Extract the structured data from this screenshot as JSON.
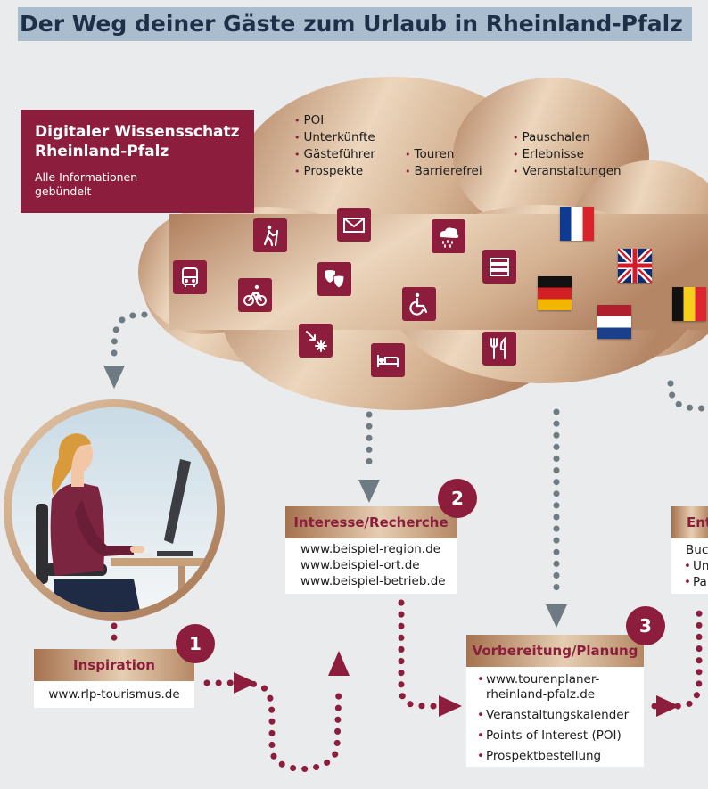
{
  "title": "Der Weg deiner Gäste zum Urlaub in Rheinland-Pfalz",
  "banner": {
    "heading_line1": "Digitaler Wissensschatz",
    "heading_line2": "Rheinland-Pfalz",
    "sub_line1": "Alle Informationen",
    "sub_line2": "gebündelt"
  },
  "cloud": {
    "col1": [
      "POI",
      "Unterkünfte",
      "Gästeführer",
      "Prospekte"
    ],
    "col2": [
      "Touren",
      "Barrierefrei"
    ],
    "col3": [
      "Pauschalen",
      "Erlebnisse",
      "Veranstaltungen"
    ],
    "icons": [
      "bus-icon",
      "hiker-icon",
      "cyclist-icon",
      "mail-icon",
      "theater-masks-icon",
      "fireworks-icon",
      "bed-icon",
      "weather-icon",
      "wheelchair-icon",
      "brochures-icon",
      "restaurant-icon"
    ],
    "flags": [
      "france-flag",
      "uk-flag",
      "germany-flag",
      "netherlands-flag",
      "belgium-flag"
    ]
  },
  "colors": {
    "accent": "#8d1d3c",
    "title_bg": "#a9bdcf",
    "title_text": "#1d3047",
    "arrow": "#6f7b83"
  },
  "steps": [
    {
      "number": "1",
      "label": "Inspiration",
      "links": [
        "www.rlp-tourismus.de"
      ]
    },
    {
      "number": "2",
      "label": "Interesse/Recherche",
      "links": [
        "www.beispiel-region.de",
        "www.beispiel-ort.de",
        "www.beispiel-betrieb.de"
      ]
    },
    {
      "number": "3",
      "label": "Vorbereitung/Planung",
      "items": [
        "www.tourenplaner-",
        "rheinland-pfalz.de",
        "Veranstaltungskalender",
        "Points of Interest (POI)",
        "Prospektbestellung"
      ]
    },
    {
      "label": "Ent",
      "intro": "Buc",
      "items": [
        "Un",
        "Pa"
      ]
    }
  ]
}
